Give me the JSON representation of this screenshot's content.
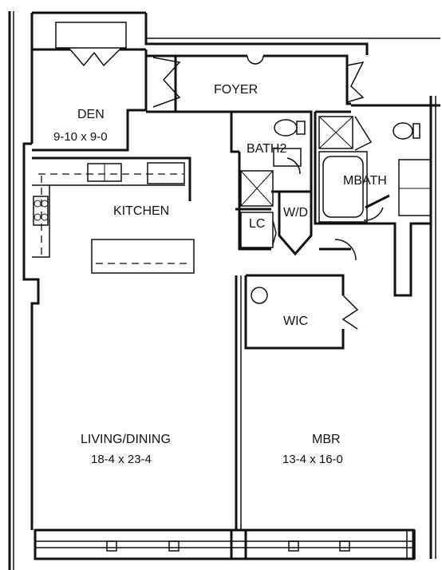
{
  "rooms": {
    "den": {
      "name": "DEN",
      "dims": "9-10 x 9-0"
    },
    "foyer": {
      "name": "FOYER"
    },
    "bath2": {
      "name": "BATH2"
    },
    "mbath": {
      "name": "MBATH"
    },
    "kitchen": {
      "name": "KITCHEN"
    },
    "lc": {
      "name": "LC"
    },
    "wd": {
      "name": "W/D"
    },
    "wic": {
      "name": "WIC"
    },
    "living": {
      "name": "LIVING/DINING",
      "dims": "18-4 x 23-4"
    },
    "mbr": {
      "name": "MBR",
      "dims": "13-4 x 16-0"
    }
  }
}
